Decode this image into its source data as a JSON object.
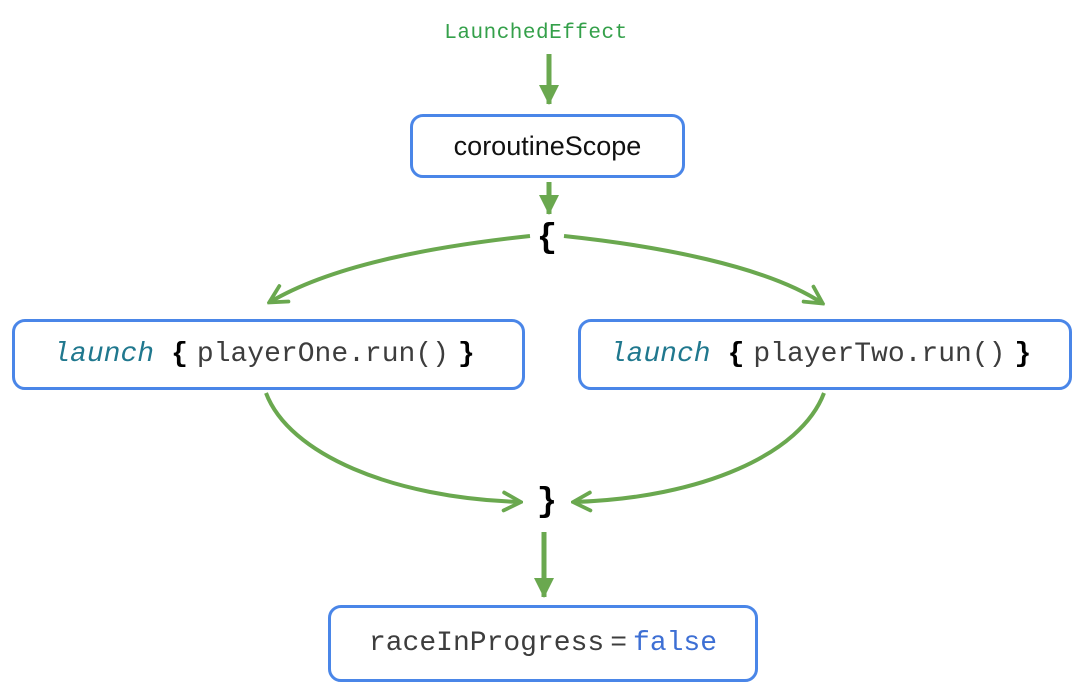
{
  "diagram": {
    "title": "LaunchedEffect",
    "braces": {
      "open": "{",
      "close": "}"
    },
    "nodes": {
      "coroutine_scope": {
        "label": "coroutineScope"
      },
      "launch_one": {
        "keyword": "launch",
        "open_brace": "{",
        "code": "playerOne.run()",
        "close_brace": "}"
      },
      "launch_two": {
        "keyword": "launch",
        "open_brace": "{",
        "code": "playerTwo.run()",
        "close_brace": "}"
      },
      "result": {
        "variable": "raceInProgress",
        "equals": "=",
        "value": "false"
      }
    },
    "colors": {
      "arrow_green": "#6aa84f",
      "label_green": "#34a04a",
      "node_border_blue": "#4a86e8",
      "keyword_teal": "#20788e",
      "value_blue": "#3d6fd4",
      "code_dark": "#3d3d3d"
    }
  }
}
